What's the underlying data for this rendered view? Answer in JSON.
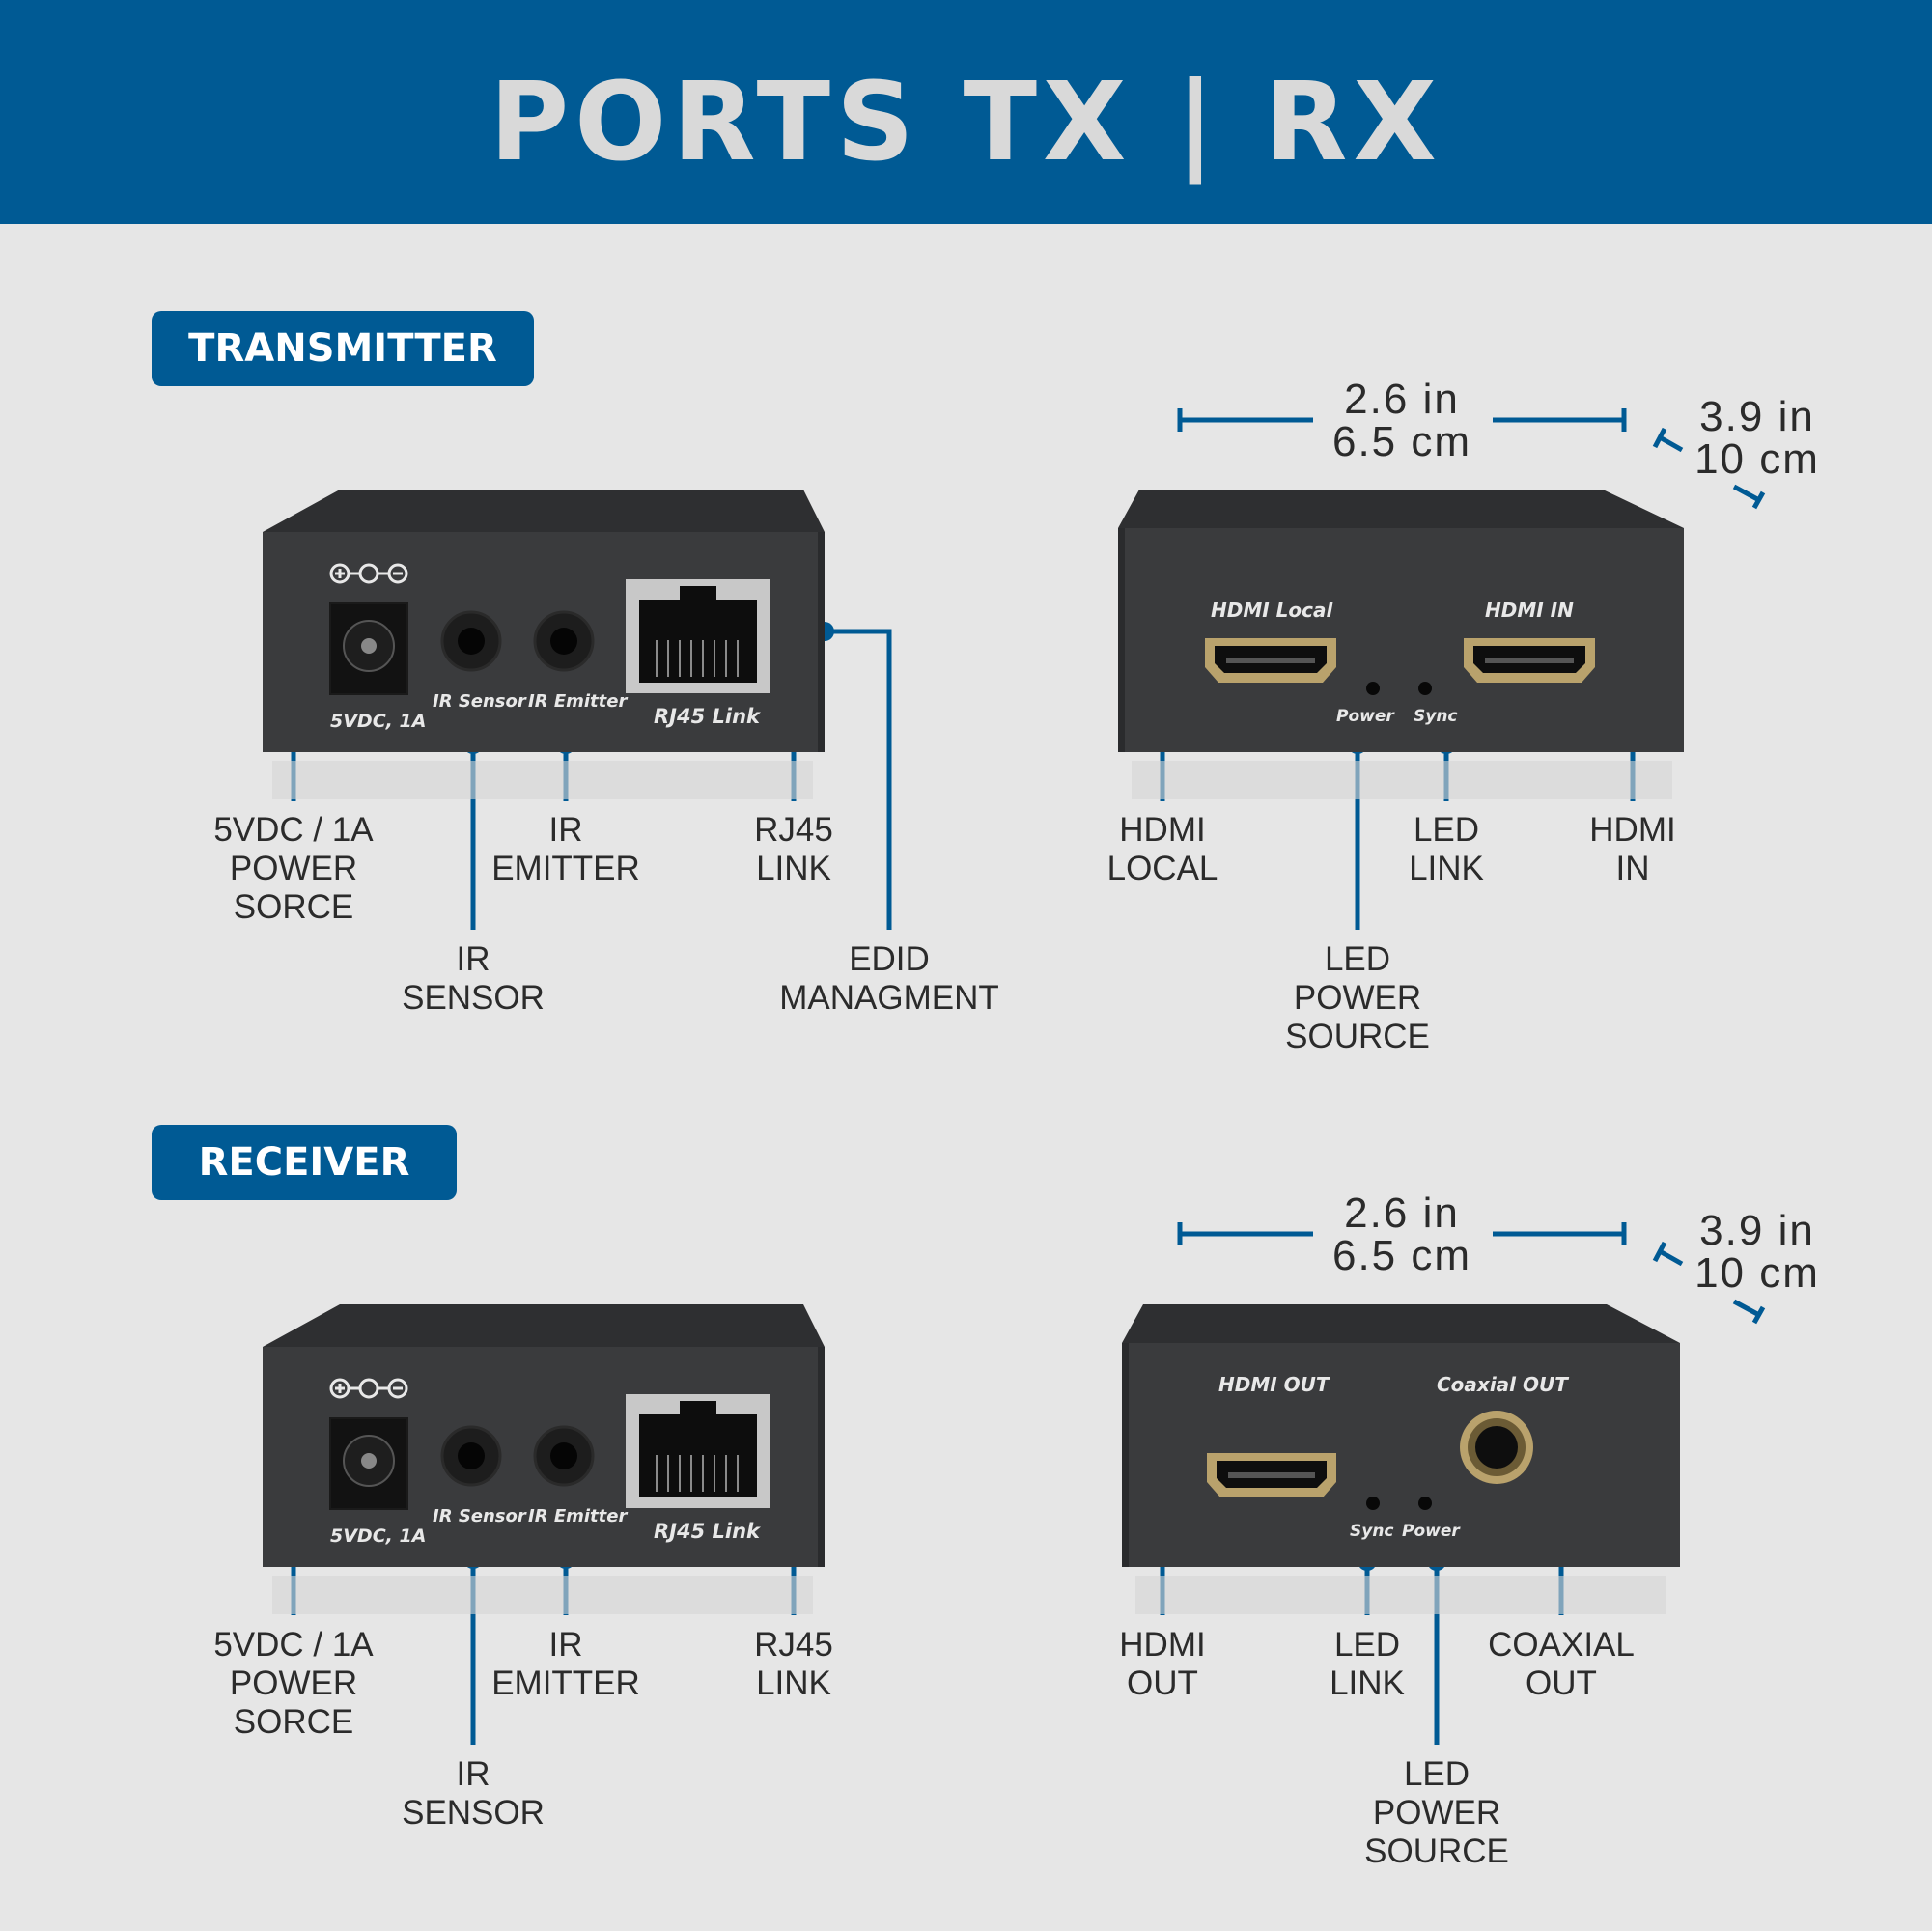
{
  "header": {
    "title": "PORTS TX | RX"
  },
  "transmitter": {
    "badge": "TRANSMITTER",
    "rear_device": {
      "silkscreen": {
        "power": "5VDC, 1A",
        "ir_sensor": "IR Sensor",
        "ir_emitter": "IR Emitter",
        "rj45": "RJ45 Link"
      }
    },
    "rear_labels": {
      "power": "5VDC / 1A\nPOWER\nSORCE",
      "ir_emitter": "IR\nEMITTER",
      "rj45": "RJ45\nLINK",
      "ir_sensor": "IR\nSENSOR",
      "edid": "EDID\nMANAGMENT"
    },
    "front_device": {
      "silkscreen": {
        "hdmi_local": "HDMI Local",
        "hdmi_in": "HDMI IN",
        "power": "Power",
        "sync": "Sync"
      }
    },
    "front_labels": {
      "hdmi_local": "HDMI\nLOCAL",
      "led_link": "LED\nLINK",
      "hdmi_in": "HDMI\nIN",
      "led_power": "LED\nPOWER\nSOURCE"
    },
    "dimensions": {
      "width_in": "2.6 in",
      "width_cm": "6.5 cm",
      "depth_in": "3.9 in",
      "depth_cm": "10 cm"
    }
  },
  "receiver": {
    "badge": "RECEIVER",
    "rear_device": {
      "silkscreen": {
        "power": "5VDC, 1A",
        "ir_sensor": "IR Sensor",
        "ir_emitter": "IR Emitter",
        "rj45": "RJ45 Link"
      }
    },
    "rear_labels": {
      "power": "5VDC / 1A\nPOWER\nSORCE",
      "ir_emitter": "IR\nEMITTER",
      "rj45": "RJ45\nLINK",
      "ir_sensor": "IR\nSENSOR"
    },
    "front_device": {
      "silkscreen": {
        "hdmi_out": "HDMI OUT",
        "coaxial_out": "Coaxial OUT",
        "sync": "Sync",
        "power": "Power"
      }
    },
    "front_labels": {
      "hdmi_out": "HDMI\nOUT",
      "led_link": "LED\nLINK",
      "coaxial_out": "COAXIAL\nOUT",
      "led_power": "LED\nPOWER\nSOURCE"
    },
    "dimensions": {
      "width_in": "2.6 in",
      "width_cm": "6.5 cm",
      "depth_in": "3.9 in",
      "depth_cm": "10 cm"
    }
  },
  "colors": {
    "brand_blue": "#005a94",
    "background": "#e6e6e6",
    "title_text": "#d9d9d9",
    "device_body": "#3a3b3d"
  }
}
